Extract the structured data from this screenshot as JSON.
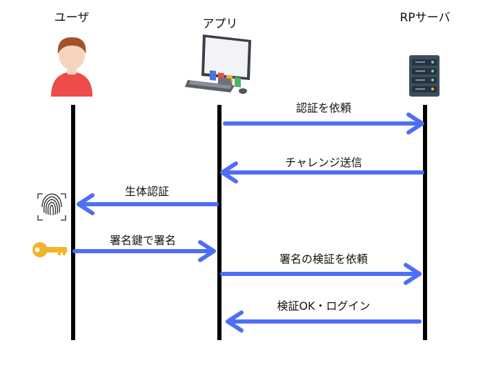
{
  "actors": [
    {
      "id": "user",
      "label": "ユーザ",
      "icon": "person-icon"
    },
    {
      "id": "app",
      "label": "アプリ",
      "icon": "computer-icon"
    },
    {
      "id": "rp",
      "label": "RPサーバ",
      "icon": "server-icon"
    }
  ],
  "messages": [
    {
      "label": "認証を依頼",
      "from": "app",
      "to": "rp"
    },
    {
      "label": "チャレンジ送信",
      "from": "rp",
      "to": "app"
    },
    {
      "label": "生体認証",
      "from": "app",
      "to": "user",
      "icon": "fingerprint-icon"
    },
    {
      "label": "署名鍵で署名",
      "from": "user",
      "to": "app",
      "icon": "key-icon"
    },
    {
      "label": "署名の検証を依頼",
      "from": "app",
      "to": "rp"
    },
    {
      "label": "検証OK・ログイン",
      "from": "rp",
      "to": "app"
    }
  ],
  "colors": {
    "arrow": "#4f6df5",
    "lifeline": "#000000",
    "person_shirt": "#ee4b4b",
    "person_skin": "#f8d4c0",
    "person_hair": "#a2522a",
    "key": "#f2b529"
  }
}
